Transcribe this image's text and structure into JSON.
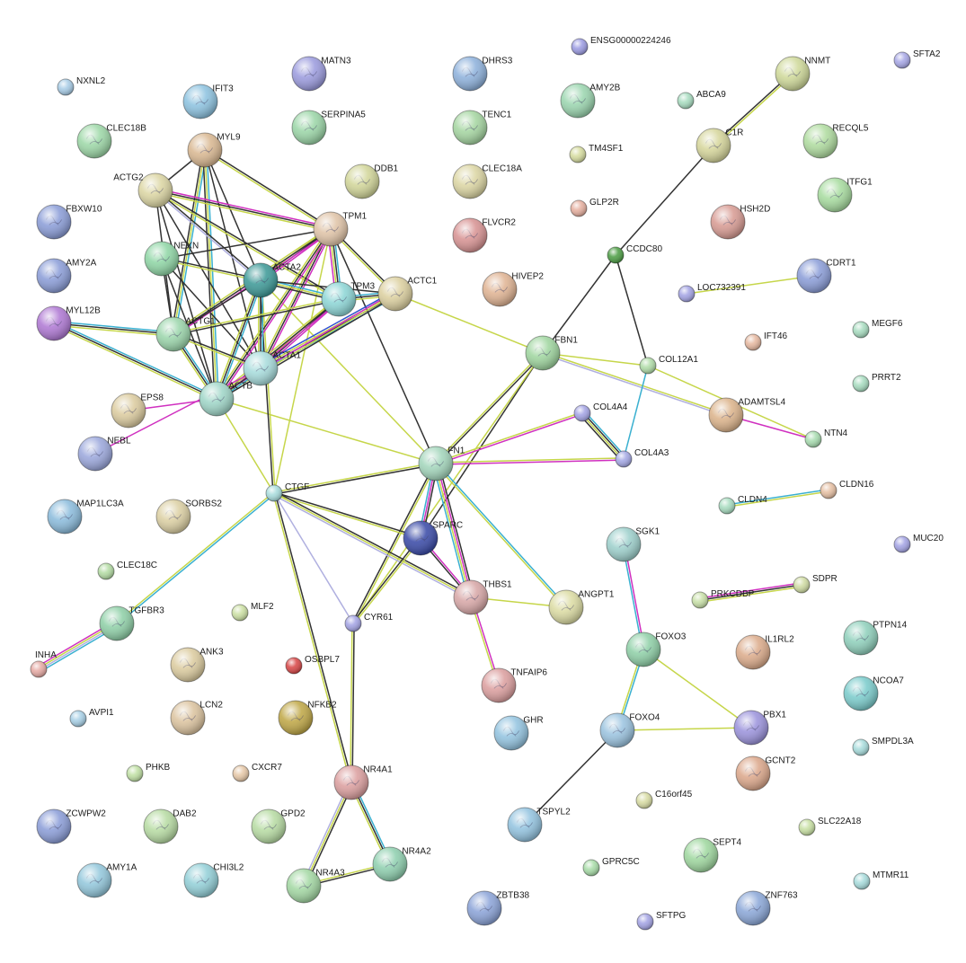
{
  "nodes": [
    {
      "id": "NXNL2",
      "label": "NXNL2",
      "color": "#a8cce6"
    },
    {
      "id": "IFIT3",
      "label": "IFIT3",
      "color": "#8ec3e0"
    },
    {
      "id": "MATN3",
      "label": "MATN3",
      "color": "#9c9cde"
    },
    {
      "id": "DHRS3",
      "label": "DHRS3",
      "color": "#8fb2dc"
    },
    {
      "id": "ENSG00000224246",
      "label": "ENSG00000224246",
      "color": "#9c9ce2"
    },
    {
      "id": "NNMT",
      "label": "NNMT",
      "color": "#cfd99a"
    },
    {
      "id": "SFTA2",
      "label": "SFTA2",
      "color": "#a8a8e6"
    },
    {
      "id": "CLEC18B",
      "label": "CLEC18B",
      "color": "#9ed8a8"
    },
    {
      "id": "MYL9",
      "label": "MYL9",
      "color": "#d9b892"
    },
    {
      "id": "SERPINA5",
      "label": "SERPINA5",
      "color": "#9cd6a8"
    },
    {
      "id": "AMY2B",
      "label": "AMY2B",
      "color": "#9cd6b0"
    },
    {
      "id": "ABCA9",
      "label": "ABCA9",
      "color": "#a8dcc0"
    },
    {
      "id": "TENC1",
      "label": "TENC1",
      "color": "#a6d6a2"
    },
    {
      "id": "C1R",
      "label": "C1R",
      "color": "#d6d69c"
    },
    {
      "id": "RECQL5",
      "label": "RECQL5",
      "color": "#b0dca0"
    },
    {
      "id": "TM4SF1",
      "label": "TM4SF1",
      "color": "#d6dca0"
    },
    {
      "id": "ACTG2",
      "label": "ACTG2",
      "color": "#dcd6a4"
    },
    {
      "id": "DDB1",
      "label": "DDB1",
      "color": "#d2d69a"
    },
    {
      "id": "CLEC18A",
      "label": "CLEC18A",
      "color": "#dcd6a4"
    },
    {
      "id": "ITFG1",
      "label": "ITFG1",
      "color": "#a8dca0"
    },
    {
      "id": "FBXW10",
      "label": "FBXW10",
      "color": "#8c9ed8"
    },
    {
      "id": "GLP2R",
      "label": "GLP2R",
      "color": "#e6b0a0"
    },
    {
      "id": "TPM1",
      "label": "TPM1",
      "color": "#e0c4a8"
    },
    {
      "id": "FLVCR2",
      "label": "FLVCR2",
      "color": "#d89494"
    },
    {
      "id": "HSH2D",
      "label": "HSH2D",
      "color": "#d89c94"
    },
    {
      "id": "NEXN",
      "label": "NEXN",
      "color": "#90d6a6"
    },
    {
      "id": "CCDC80",
      "label": "CCDC80",
      "color": "#4e9e46"
    },
    {
      "id": "ACTA2",
      "label": "ACTA2",
      "color": "#3f9a98"
    },
    {
      "id": "AMY2A",
      "label": "AMY2A",
      "color": "#8c9ed8"
    },
    {
      "id": "CDRT1",
      "label": "CDRT1",
      "color": "#8c9ed8"
    },
    {
      "id": "HIVEP2",
      "label": "HIVEP2",
      "color": "#e0b494"
    },
    {
      "id": "TPM3",
      "label": "TPM3",
      "color": "#8ed6d6"
    },
    {
      "id": "ACTC1",
      "label": "ACTC1",
      "color": "#dcd0a0"
    },
    {
      "id": "LOC732391",
      "label": "LOC732391",
      "color": "#a4a4e4"
    },
    {
      "id": "MYL12B",
      "label": "MYL12B",
      "color": "#b07ad4"
    },
    {
      "id": "ACTG1",
      "label": "ACTG1",
      "color": "#9cd6ac"
    },
    {
      "id": "MEGF6",
      "label": "MEGF6",
      "color": "#a8dcc0"
    },
    {
      "id": "IFT46",
      "label": "IFT46",
      "color": "#e6b8a0"
    },
    {
      "id": "FBN1",
      "label": "FBN1",
      "color": "#a0d6a0"
    },
    {
      "id": "ACTA1",
      "label": "ACTA1",
      "color": "#a8dcdc"
    },
    {
      "id": "COL12A1",
      "label": "COL12A1",
      "color": "#b0dca8"
    },
    {
      "id": "PRRT2",
      "label": "PRRT2",
      "color": "#a8dcc0"
    },
    {
      "id": "ACTB",
      "label": "ACTB",
      "color": "#a0d6c8"
    },
    {
      "id": "EPS8",
      "label": "EPS8",
      "color": "#dccca0"
    },
    {
      "id": "ADAMTSL4",
      "label": "ADAMTSL4",
      "color": "#dcb48c"
    },
    {
      "id": "COL4A4",
      "label": "COL4A4",
      "color": "#a4a4e4"
    },
    {
      "id": "NTN4",
      "label": "NTN4",
      "color": "#a8dcb0"
    },
    {
      "id": "NEBL",
      "label": "NEBL",
      "color": "#9ca8dc"
    },
    {
      "id": "COL4A3",
      "label": "COL4A3",
      "color": "#a4a8e4"
    },
    {
      "id": "FN1",
      "label": "FN1",
      "color": "#a4d6bc"
    },
    {
      "id": "CLDN16",
      "label": "CLDN16",
      "color": "#e6c0a4"
    },
    {
      "id": "CTGF",
      "label": "CTGF",
      "color": "#a8dcdc"
    },
    {
      "id": "MAP1LC3A",
      "label": "MAP1LC3A",
      "color": "#8cbcdc"
    },
    {
      "id": "SORBS2",
      "label": "SORBS2",
      "color": "#dcd0a4"
    },
    {
      "id": "CLDN4",
      "label": "CLDN4",
      "color": "#a8dcc0"
    },
    {
      "id": "SGK1",
      "label": "SGK1",
      "color": "#9ed0cc"
    },
    {
      "id": "SPARC",
      "label": "SPARC",
      "color": "#3c4ca8"
    },
    {
      "id": "MUC20",
      "label": "MUC20",
      "color": "#a4a4e4"
    },
    {
      "id": "CLEC18C",
      "label": "CLEC18C",
      "color": "#b4dca4"
    },
    {
      "id": "PRKCDBP",
      "label": "PRKCDBP",
      "color": "#c8e0a8"
    },
    {
      "id": "SDPR",
      "label": "SDPR",
      "color": "#d0dca4"
    },
    {
      "id": "THBS1",
      "label": "THBS1",
      "color": "#d8a8a8"
    },
    {
      "id": "ANGPT1",
      "label": "ANGPT1",
      "color": "#dcdca4"
    },
    {
      "id": "TGFBR3",
      "label": "TGFBR3",
      "color": "#90d0a8"
    },
    {
      "id": "MLF2",
      "label": "MLF2",
      "color": "#cce0a4"
    },
    {
      "id": "CYR61",
      "label": "CYR61",
      "color": "#a4a4e4"
    },
    {
      "id": "PTPN14",
      "label": "PTPN14",
      "color": "#90d0bc"
    },
    {
      "id": "IL1RL2",
      "label": "IL1RL2",
      "color": "#dcac8c"
    },
    {
      "id": "FOXO3",
      "label": "FOXO3",
      "color": "#90d0a8"
    },
    {
      "id": "INHA",
      "label": "INHA",
      "color": "#e6aaa4"
    },
    {
      "id": "ANK3",
      "label": "ANK3",
      "color": "#dcccA0"
    },
    {
      "id": "OSBPL7",
      "label": "OSBPL7",
      "color": "#d84848"
    },
    {
      "id": "NCOA7",
      "label": "NCOA7",
      "color": "#7ccccc"
    },
    {
      "id": "TNFAIP6",
      "label": "TNFAIP6",
      "color": "#dca0a0"
    },
    {
      "id": "AVPI1",
      "label": "AVPI1",
      "color": "#a8d0e6"
    },
    {
      "id": "LCN2",
      "label": "LCN2",
      "color": "#dcc4a0"
    },
    {
      "id": "NFKB2",
      "label": "NFKB2",
      "color": "#c0a848"
    },
    {
      "id": "GHR",
      "label": "GHR",
      "color": "#94c4e0"
    },
    {
      "id": "FOXO4",
      "label": "FOXO4",
      "color": "#9cc4e0"
    },
    {
      "id": "PBX1",
      "label": "PBX1",
      "color": "#9c94dc"
    },
    {
      "id": "SMPDL3A",
      "label": "SMPDL3A",
      "color": "#a8dcdc"
    },
    {
      "id": "PHKB",
      "label": "PHKB",
      "color": "#c0e0a4"
    },
    {
      "id": "CXCR7",
      "label": "CXCR7",
      "color": "#e6c8a8"
    },
    {
      "id": "NR4A1",
      "label": "NR4A1",
      "color": "#dca0a0"
    },
    {
      "id": "GCNT2",
      "label": "GCNT2",
      "color": "#dca88c"
    },
    {
      "id": "C16orf45",
      "label": "C16orf45",
      "color": "#d8dca4"
    },
    {
      "id": "ZCWPW2",
      "label": "ZCWPW2",
      "color": "#8c9ed8"
    },
    {
      "id": "DAB2",
      "label": "DAB2",
      "color": "#b8dca4"
    },
    {
      "id": "GPD2",
      "label": "GPD2",
      "color": "#b8dca4"
    },
    {
      "id": "TSPYL2",
      "label": "TSPYL2",
      "color": "#94c4e0"
    },
    {
      "id": "SLC22A18",
      "label": "SLC22A18",
      "color": "#c8e0a4"
    },
    {
      "id": "NR4A2",
      "label": "NR4A2",
      "color": "#90d0b0"
    },
    {
      "id": "SEPT4",
      "label": "SEPT4",
      "color": "#a0d8a0"
    },
    {
      "id": "GPRC5C",
      "label": "GPRC5C",
      "color": "#a8dca8"
    },
    {
      "id": "AMY1A",
      "label": "AMY1A",
      "color": "#94c8dc"
    },
    {
      "id": "CHI3L2",
      "label": "CHI3L2",
      "color": "#94d0d8"
    },
    {
      "id": "NR4A3",
      "label": "NR4A3",
      "color": "#a4d8a4"
    },
    {
      "id": "MTMR11",
      "label": "MTMR11",
      "color": "#a8dcdc"
    },
    {
      "id": "ZBTB38",
      "label": "ZBTB38",
      "color": "#8ca4d8"
    },
    {
      "id": "ZNF763",
      "label": "ZNF763",
      "color": "#8ca8d8"
    },
    {
      "id": "SFTPG",
      "label": "SFTPG",
      "color": "#a4a4e4"
    }
  ],
  "edges": [
    {
      "a": "NNMT",
      "b": "C1R",
      "colors": [
        "#c6d64a",
        "#333333"
      ]
    },
    {
      "a": "C1R",
      "b": "CCDC80",
      "colors": [
        "#333333"
      ]
    },
    {
      "a": "CCDC80",
      "b": "FBN1",
      "colors": [
        "#333333"
      ]
    },
    {
      "a": "CCDC80",
      "b": "COL12A1",
      "colors": [
        "#333333"
      ]
    },
    {
      "a": "FBN1",
      "b": "COL12A1",
      "colors": [
        "#c6d64a"
      ]
    },
    {
      "a": "FBN1",
      "b": "ADAMTSL4",
      "colors": [
        "#c6d64a",
        "#b0b0e0"
      ]
    },
    {
      "a": "FBN1",
      "b": "FN1",
      "colors": [
        "#333333",
        "#c6d64a"
      ]
    },
    {
      "a": "FBN1",
      "b": "SPARC",
      "colors": [
        "#333333"
      ]
    },
    {
      "a": "FBN1",
      "b": "CYR61",
      "colors": [
        "#c6d64a"
      ]
    },
    {
      "a": "FBN1",
      "b": "ACTC1",
      "colors": [
        "#c6d64a"
      ]
    },
    {
      "a": "COL12A1",
      "b": "COL4A3",
      "colors": [
        "#3ab0d0"
      ]
    },
    {
      "a": "COL12A1",
      "b": "NTN4",
      "colors": [
        "#c6d64a"
      ]
    },
    {
      "a": "ADAMTSL4",
      "b": "NTN4",
      "colors": [
        "#d030c0"
      ]
    },
    {
      "a": "COL4A4",
      "b": "COL4A3",
      "colors": [
        "#3ab0d0",
        "#333333",
        "#c6d64a",
        "#333333"
      ]
    },
    {
      "a": "COL4A4",
      "b": "FN1",
      "colors": [
        "#d030c0",
        "#c6d64a"
      ]
    },
    {
      "a": "COL4A3",
      "b": "FN1",
      "colors": [
        "#d030c0",
        "#c6d64a"
      ]
    },
    {
      "a": "LOC732391",
      "b": "CDRT1",
      "colors": [
        "#c6d64a"
      ]
    },
    {
      "a": "CLDN4",
      "b": "CLDN16",
      "colors": [
        "#3ab0d0",
        "#c6d64a"
      ]
    },
    {
      "a": "PRKCDBP",
      "b": "SDPR",
      "colors": [
        "#d030c0",
        "#333333",
        "#c6d64a"
      ]
    },
    {
      "a": "SGK1",
      "b": "FOXO3",
      "colors": [
        "#d030c0",
        "#3ab0d0"
      ]
    },
    {
      "a": "FOXO3",
      "b": "FOXO4",
      "colors": [
        "#3ab0d0",
        "#c6d64a"
      ]
    },
    {
      "a": "FOXO3",
      "b": "PBX1",
      "colors": [
        "#c6d64a"
      ]
    },
    {
      "a": "FOXO4",
      "b": "PBX1",
      "colors": [
        "#c6d64a"
      ]
    },
    {
      "a": "FOXO4",
      "b": "TSPYL2",
      "colors": [
        "#333333"
      ]
    },
    {
      "a": "FN1",
      "b": "CTGF",
      "colors": [
        "#333333",
        "#c6d64a"
      ]
    },
    {
      "a": "FN1",
      "b": "SPARC",
      "colors": [
        "#333333",
        "#d030c0",
        "#3ab0d0"
      ]
    },
    {
      "a": "FN1",
      "b": "THBS1",
      "colors": [
        "#333333",
        "#d030c0",
        "#c6d64a",
        "#3ab0d0"
      ]
    },
    {
      "a": "FN1",
      "b": "ANGPT1",
      "colors": [
        "#3ab0d0",
        "#c6d64a"
      ]
    },
    {
      "a": "FN1",
      "b": "CYR61",
      "colors": [
        "#c6d64a",
        "#333333"
      ]
    },
    {
      "a": "FN1",
      "b": "TPM1",
      "colors": [
        "#333333"
      ]
    },
    {
      "a": "FN1",
      "b": "ACTB",
      "colors": [
        "#c6d64a"
      ]
    },
    {
      "a": "FN1",
      "b": "ACTA2",
      "colors": [
        "#c6d64a"
      ]
    },
    {
      "a": "CTGF",
      "b": "SPARC",
      "colors": [
        "#333333",
        "#c6d64a"
      ]
    },
    {
      "a": "CTGF",
      "b": "THBS1",
      "colors": [
        "#333333",
        "#c6d64a",
        "#b0b0e0"
      ]
    },
    {
      "a": "CTGF",
      "b": "CYR61",
      "colors": [
        "#b0b0e0"
      ]
    },
    {
      "a": "CTGF",
      "b": "NR4A1",
      "colors": [
        "#333333",
        "#c6d64a"
      ]
    },
    {
      "a": "CTGF",
      "b": "TGFBR3",
      "colors": [
        "#3ab0d0",
        "#c6d64a"
      ]
    },
    {
      "a": "CTGF",
      "b": "ACTB",
      "colors": [
        "#c6d64a"
      ]
    },
    {
      "a": "CTGF",
      "b": "ACTA2",
      "colors": [
        "#333333",
        "#c6d64a"
      ]
    },
    {
      "a": "CTGF",
      "b": "TPM1",
      "colors": [
        "#c6d64a"
      ]
    },
    {
      "a": "CYR61",
      "b": "SPARC",
      "colors": [
        "#333333",
        "#c6d64a"
      ]
    },
    {
      "a": "CYR61",
      "b": "NR4A1",
      "colors": [
        "#333333",
        "#c6d64a"
      ]
    },
    {
      "a": "SPARC",
      "b": "THBS1",
      "colors": [
        "#d030c0",
        "#333333"
      ]
    },
    {
      "a": "THBS1",
      "b": "ANGPT1",
      "colors": [
        "#c6d64a"
      ]
    },
    {
      "a": "THBS1",
      "b": "TNFAIP6",
      "colors": [
        "#d030c0",
        "#c6d64a"
      ]
    },
    {
      "a": "TGFBR3",
      "b": "INHA",
      "colors": [
        "#3ab0d0",
        "#b0b0e0",
        "#c6d64a",
        "#d030c0"
      ]
    },
    {
      "a": "NR4A1",
      "b": "NR4A2",
      "colors": [
        "#3ab0d0",
        "#333333",
        "#c6d64a"
      ]
    },
    {
      "a": "NR4A1",
      "b": "NR4A3",
      "colors": [
        "#333333",
        "#c6d64a",
        "#b0b0e0"
      ]
    },
    {
      "a": "NR4A2",
      "b": "NR4A3",
      "colors": [
        "#333333",
        "#c6d64a"
      ]
    },
    {
      "a": "MYL9",
      "b": "ACTG2",
      "colors": [
        "#333333"
      ]
    },
    {
      "a": "MYL9",
      "b": "TPM1",
      "colors": [
        "#333333",
        "#c6d64a"
      ]
    },
    {
      "a": "MYL9",
      "b": "ACTA2",
      "colors": [
        "#333333"
      ]
    },
    {
      "a": "MYL9",
      "b": "ACTG1",
      "colors": [
        "#3ab0d0",
        "#c6d64a",
        "#333333"
      ]
    },
    {
      "a": "MYL9",
      "b": "ACTB",
      "colors": [
        "#3ab0d0",
        "#c6d64a",
        "#333333"
      ]
    },
    {
      "a": "MYL9",
      "b": "ACTA1",
      "colors": [
        "#333333"
      ]
    },
    {
      "a": "ACTG2",
      "b": "TPM1",
      "colors": [
        "#d030c0",
        "#333333",
        "#c6d64a"
      ]
    },
    {
      "a": "ACTG2",
      "b": "ACTA2",
      "colors": [
        "#333333",
        "#b0b0e0"
      ]
    },
    {
      "a": "ACTG2",
      "b": "ACTG1",
      "colors": [
        "#333333"
      ]
    },
    {
      "a": "ACTG2",
      "b": "ACTB",
      "colors": [
        "#333333"
      ]
    },
    {
      "a": "ACTG2",
      "b": "ACTA1",
      "colors": [
        "#333333"
      ]
    },
    {
      "a": "ACTG2",
      "b": "TPM3",
      "colors": [
        "#333333",
        "#c6d64a"
      ]
    },
    {
      "a": "NEXN",
      "b": "TPM1",
      "colors": [
        "#333333"
      ]
    },
    {
      "a": "NEXN",
      "b": "ACTA2",
      "colors": [
        "#333333",
        "#c6d64a"
      ]
    },
    {
      "a": "NEXN",
      "b": "ACTG1",
      "colors": [
        "#333333"
      ]
    },
    {
      "a": "NEXN",
      "b": "ACTB",
      "colors": [
        "#333333"
      ]
    },
    {
      "a": "NEXN",
      "b": "ACTA1",
      "colors": [
        "#333333"
      ]
    },
    {
      "a": "TPM1",
      "b": "ACTA2",
      "colors": [
        "#d030c0",
        "#333333",
        "#c6d64a"
      ]
    },
    {
      "a": "TPM1",
      "b": "TPM3",
      "colors": [
        "#3ab0d0",
        "#333333",
        "#c6d64a",
        "#d030c0"
      ]
    },
    {
      "a": "TPM1",
      "b": "ACTC1",
      "colors": [
        "#333333",
        "#c6d64a"
      ]
    },
    {
      "a": "TPM1",
      "b": "ACTA1",
      "colors": [
        "#d030c0",
        "#333333",
        "#c6d64a"
      ]
    },
    {
      "a": "TPM1",
      "b": "ACTB",
      "colors": [
        "#d030c0",
        "#333333",
        "#c6d64a"
      ]
    },
    {
      "a": "TPM1",
      "b": "ACTG1",
      "colors": [
        "#d030c0",
        "#333333",
        "#c6d64a"
      ]
    },
    {
      "a": "ACTA2",
      "b": "TPM3",
      "colors": [
        "#3ab0d0",
        "#c6d64a",
        "#333333"
      ]
    },
    {
      "a": "ACTA2",
      "b": "ACTC1",
      "colors": [
        "#333333"
      ]
    },
    {
      "a": "ACTA2",
      "b": "ACTA1",
      "colors": [
        "#3ab0d0",
        "#333333",
        "#c6d64a"
      ]
    },
    {
      "a": "ACTA2",
      "b": "ACTB",
      "colors": [
        "#3ab0d0",
        "#333333",
        "#c6d64a"
      ]
    },
    {
      "a": "ACTA2",
      "b": "ACTG1",
      "colors": [
        "#333333"
      ]
    },
    {
      "a": "TPM3",
      "b": "ACTC1",
      "colors": [
        "#3ab0d0",
        "#333333",
        "#c6d64a"
      ]
    },
    {
      "a": "TPM3",
      "b": "ACTA1",
      "colors": [
        "#d030c0",
        "#333333",
        "#c6d64a"
      ]
    },
    {
      "a": "TPM3",
      "b": "ACTB",
      "colors": [
        "#d030c0",
        "#333333",
        "#c6d64a"
      ]
    },
    {
      "a": "TPM3",
      "b": "ACTG1",
      "colors": [
        "#333333",
        "#c6d64a"
      ]
    },
    {
      "a": "ACTC1",
      "b": "ACTA1",
      "colors": [
        "#3ab0d0",
        "#333333",
        "#c6d64a",
        "#3050d0"
      ]
    },
    {
      "a": "ACTC1",
      "b": "ACTB",
      "colors": [
        "#333333",
        "#c6d64a",
        "#d030c0"
      ]
    },
    {
      "a": "ACTG1",
      "b": "ACTA1",
      "colors": [
        "#333333",
        "#c6d64a"
      ]
    },
    {
      "a": "ACTG1",
      "b": "ACTB",
      "colors": [
        "#3ab0d0",
        "#333333",
        "#c6d64a"
      ]
    },
    {
      "a": "ACTA1",
      "b": "ACTB",
      "colors": [
        "#3ab0d0",
        "#333333",
        "#c6d64a"
      ]
    },
    {
      "a": "MYL12B",
      "b": "ACTG1",
      "colors": [
        "#3ab0d0",
        "#333333",
        "#c6d64a"
      ]
    },
    {
      "a": "MYL12B",
      "b": "ACTB",
      "colors": [
        "#3ab0d0",
        "#333333",
        "#c6d64a"
      ]
    },
    {
      "a": "EPS8",
      "b": "ACTB",
      "colors": [
        "#d030c0"
      ]
    },
    {
      "a": "NEBL",
      "b": "ACTA1",
      "colors": [
        "#d030c0"
      ]
    }
  ]
}
